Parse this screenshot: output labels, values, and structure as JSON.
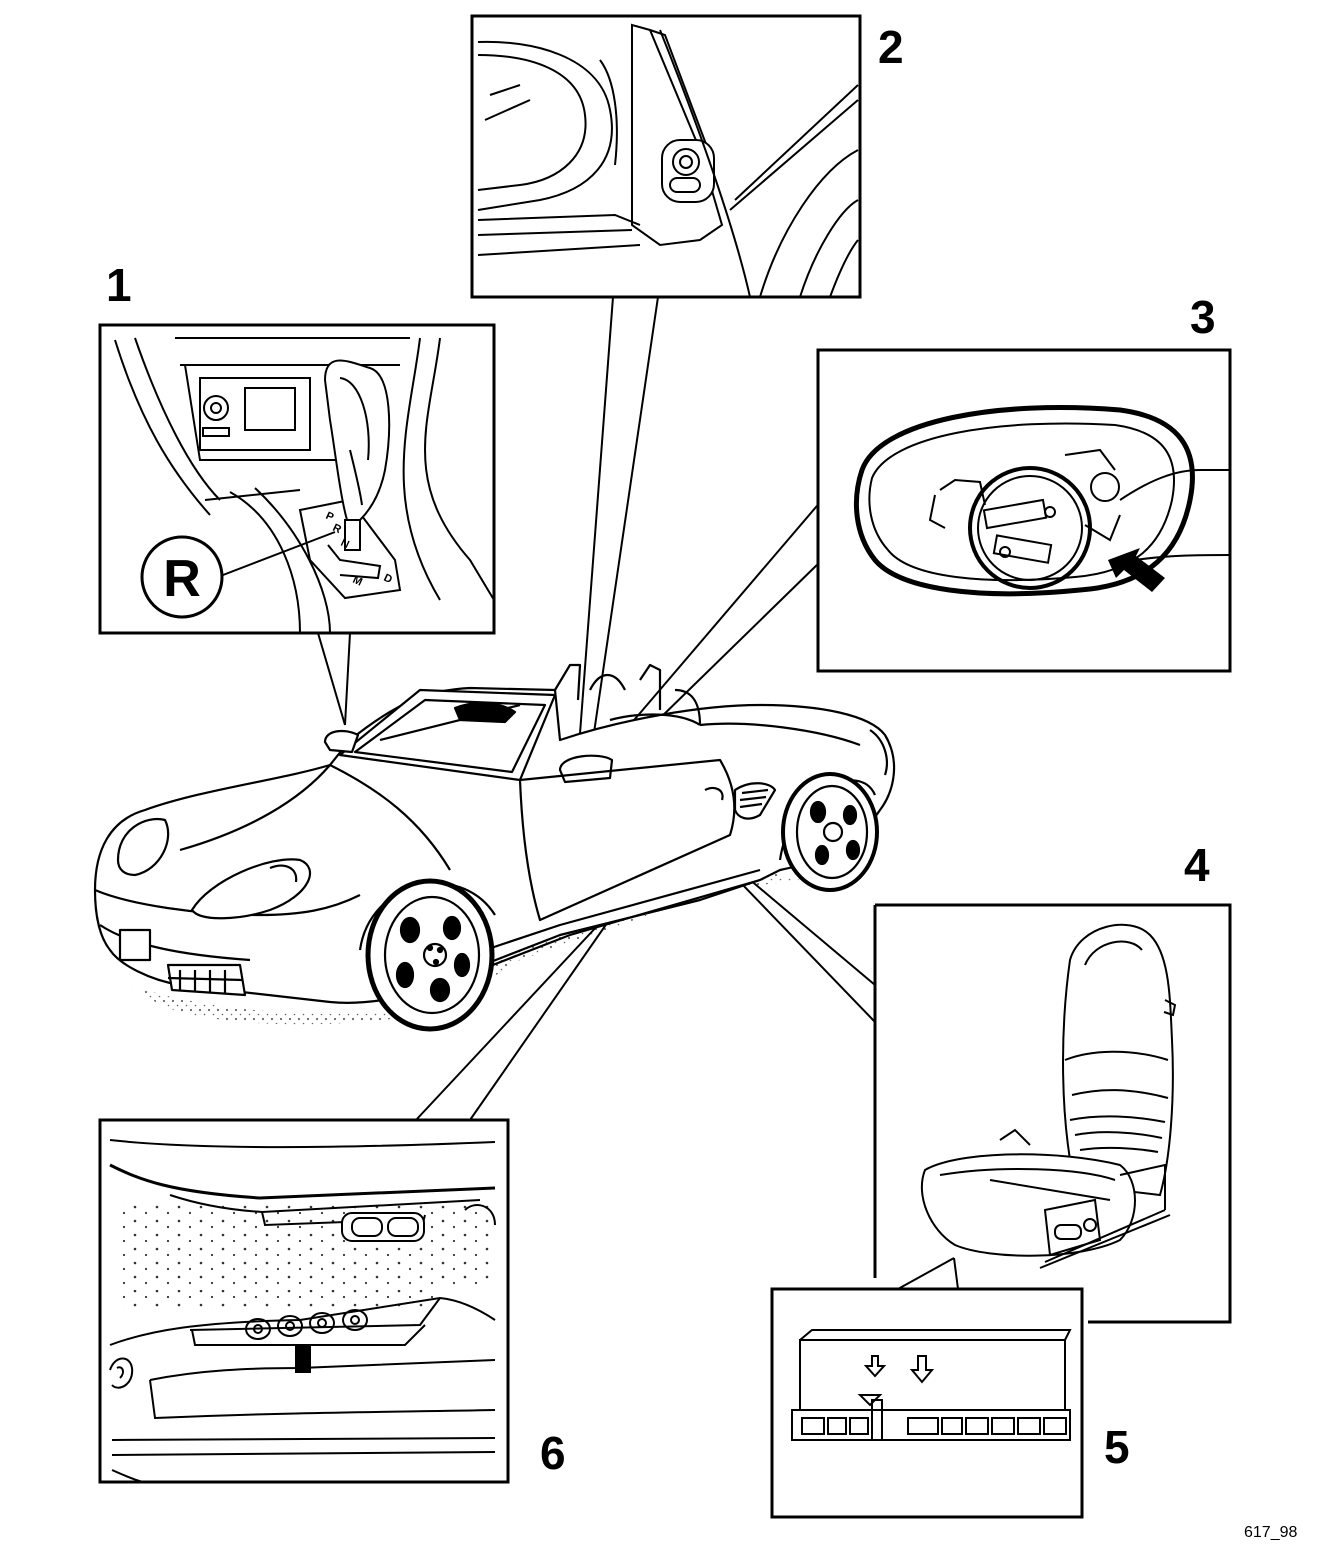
{
  "callouts": [
    {
      "id": "1",
      "label": "1"
    },
    {
      "id": "2",
      "label": "2"
    },
    {
      "id": "3",
      "label": "3"
    },
    {
      "id": "4",
      "label": "4"
    },
    {
      "id": "5",
      "label": "5"
    },
    {
      "id": "6",
      "label": "6"
    }
  ],
  "selector": {
    "badge": "R",
    "gate_letters": [
      "P",
      "R",
      "N",
      "D",
      "M"
    ]
  },
  "figure_ref": "617_98",
  "colors": {
    "ink": "#000000",
    "paper": "#ffffff",
    "shade": "#9a9a9a"
  }
}
